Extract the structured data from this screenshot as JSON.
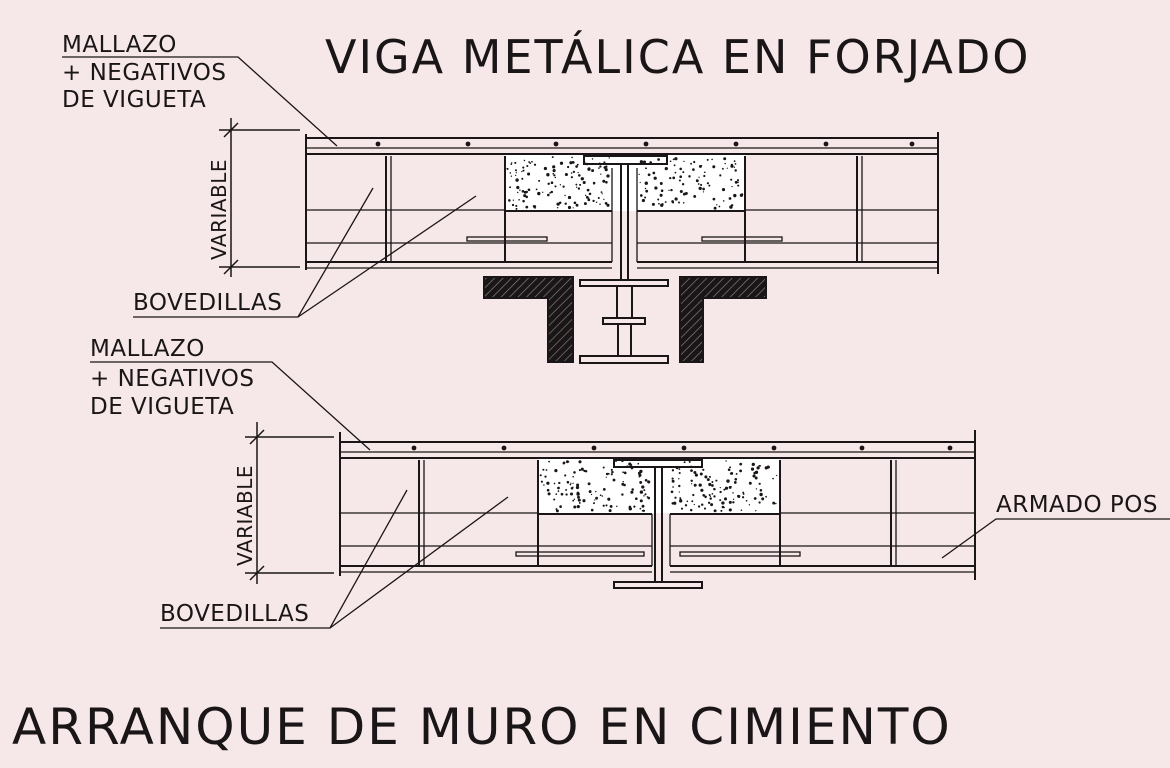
{
  "top_title": "VIGA METÁLICA EN FORJADO",
  "bottom_title": "ARRANQUE DE MURO EN CIMIENTO",
  "section_top": {
    "mallazo_lines": [
      "MALLAZO",
      "+ NEGATIVOS",
      "DE VIGUETA"
    ],
    "dimension_label": "VARIABLE",
    "bovedillas_label": "BOVEDILLAS"
  },
  "section_bottom": {
    "mallazo_lines": [
      "MALLAZO",
      "+ NEGATIVOS",
      "DE VIGUETA"
    ],
    "dimension_label": "VARIABLE",
    "bovedillas_label": "BOVEDILLAS",
    "armado_label": "ARMADO POS"
  },
  "colors": {
    "paper": "#f6e8e8",
    "ink": "#1a1516"
  }
}
